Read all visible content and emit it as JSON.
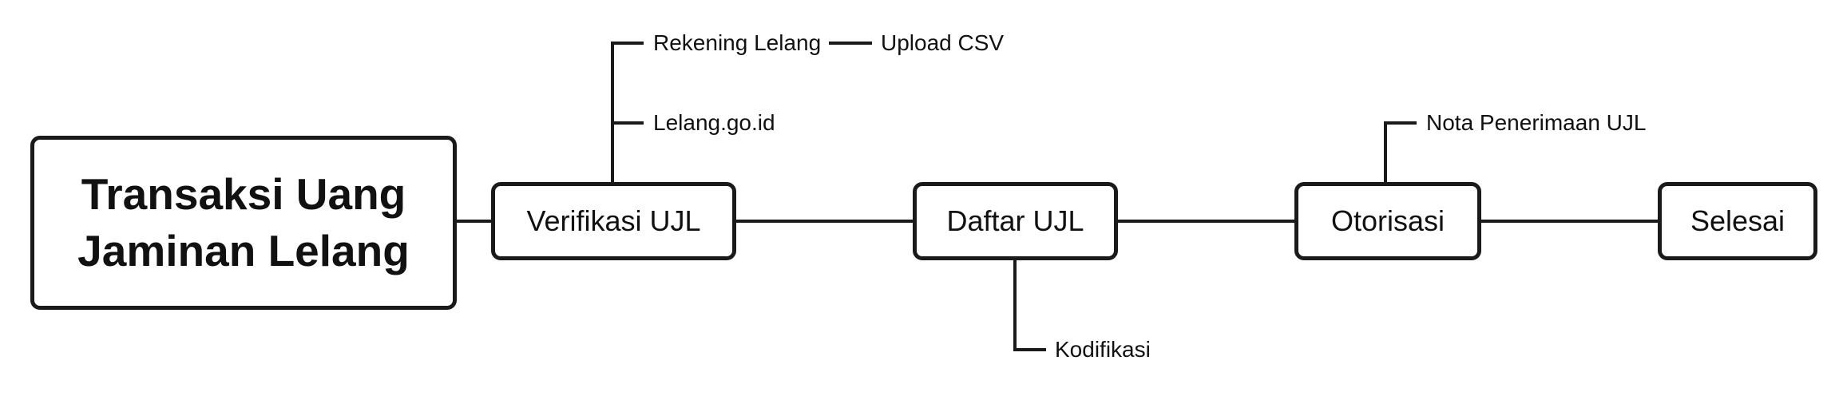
{
  "diagram": {
    "root": {
      "title_line1": "Transaksi Uang",
      "title_line2": "Jaminan Lelang"
    },
    "steps": [
      {
        "id": "verifikasi",
        "label": "Verifikasi UJL"
      },
      {
        "id": "daftar",
        "label": "Daftar UJL"
      },
      {
        "id": "otorisasi",
        "label": "Otorisasi"
      },
      {
        "id": "selesai",
        "label": "Selesai"
      }
    ],
    "branches": {
      "rekening_lelang": "Rekening Lelang",
      "upload_csv": "Upload CSV",
      "lelang_go_id": "Lelang.go.id",
      "kodifikasi": "Kodifikasi",
      "nota_penerimaan": "Nota Penerimaan UJL"
    },
    "colors": {
      "stroke": "#1a1a1a",
      "background": "#ffffff",
      "text": "#111111"
    }
  }
}
